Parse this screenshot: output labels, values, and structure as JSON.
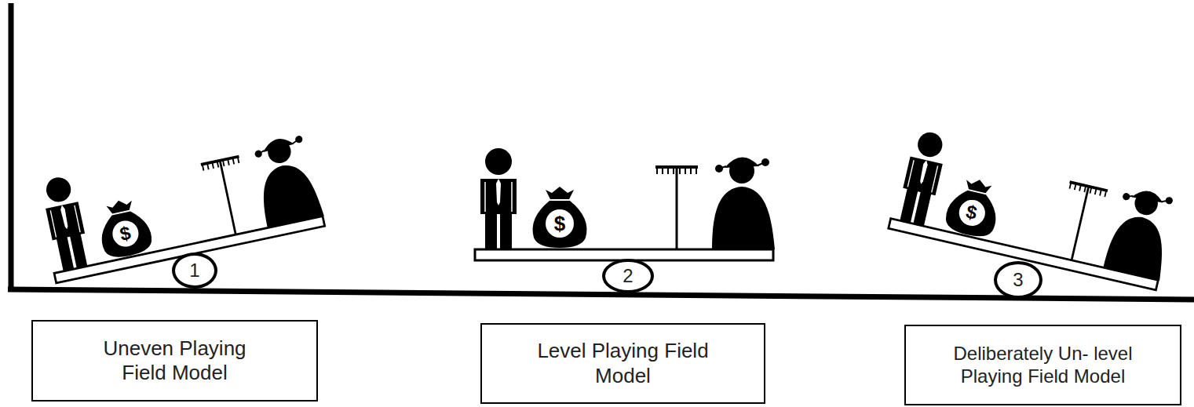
{
  "diagram": {
    "nodes": [
      {
        "text": [
          "1"
        ]
      },
      {
        "text": [
          "2"
        ]
      },
      {
        "text": [
          "3"
        ]
      },
      {
        "text": [
          "Uneven Playing Field Model"
        ]
      },
      {
        "text": [
          "Level Playing Field Model"
        ]
      },
      {
        "text": [
          "Deliberately Un- level Playing Field Model"
        ]
      }
    ],
    "labels": [
      "$",
      "$",
      "$"
    ]
  }
}
